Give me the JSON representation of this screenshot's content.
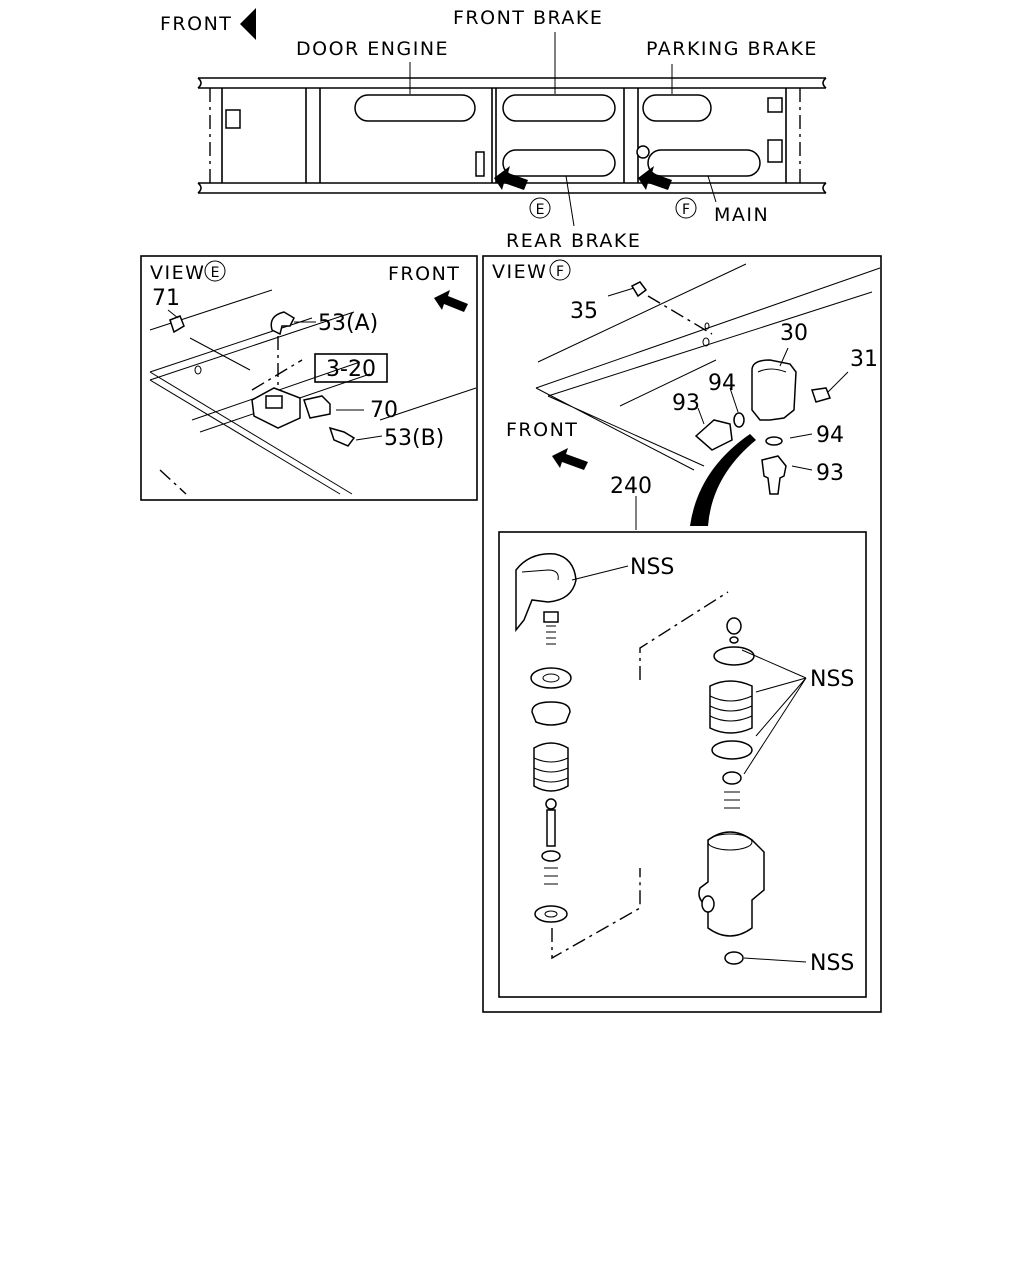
{
  "top": {
    "front": "FRONT",
    "door_engine": "DOOR ENGINE",
    "front_brake": "FRONT BRAKE",
    "parking_brake": "PARKING BRAKE",
    "rear_brake": "REAR BRAKE",
    "main": "MAIN",
    "marker_e": "E",
    "marker_f": "F"
  },
  "view_e": {
    "title": "VIEW",
    "marker": "E",
    "front": "FRONT",
    "callouts": {
      "c71": "71",
      "c53a": "53(A)",
      "ref": "3-20",
      "c70": "70",
      "c53b": "53(B)"
    }
  },
  "view_f": {
    "title": "VIEW",
    "marker": "F",
    "front": "FRONT",
    "callouts": {
      "c35": "35",
      "c30": "30",
      "c31": "31",
      "c94a": "94",
      "c93a": "93",
      "c94b": "94",
      "c93b": "93",
      "c240": "240"
    },
    "detail": {
      "nss1": "NSS",
      "nss2": "NSS",
      "nss3": "NSS"
    }
  }
}
